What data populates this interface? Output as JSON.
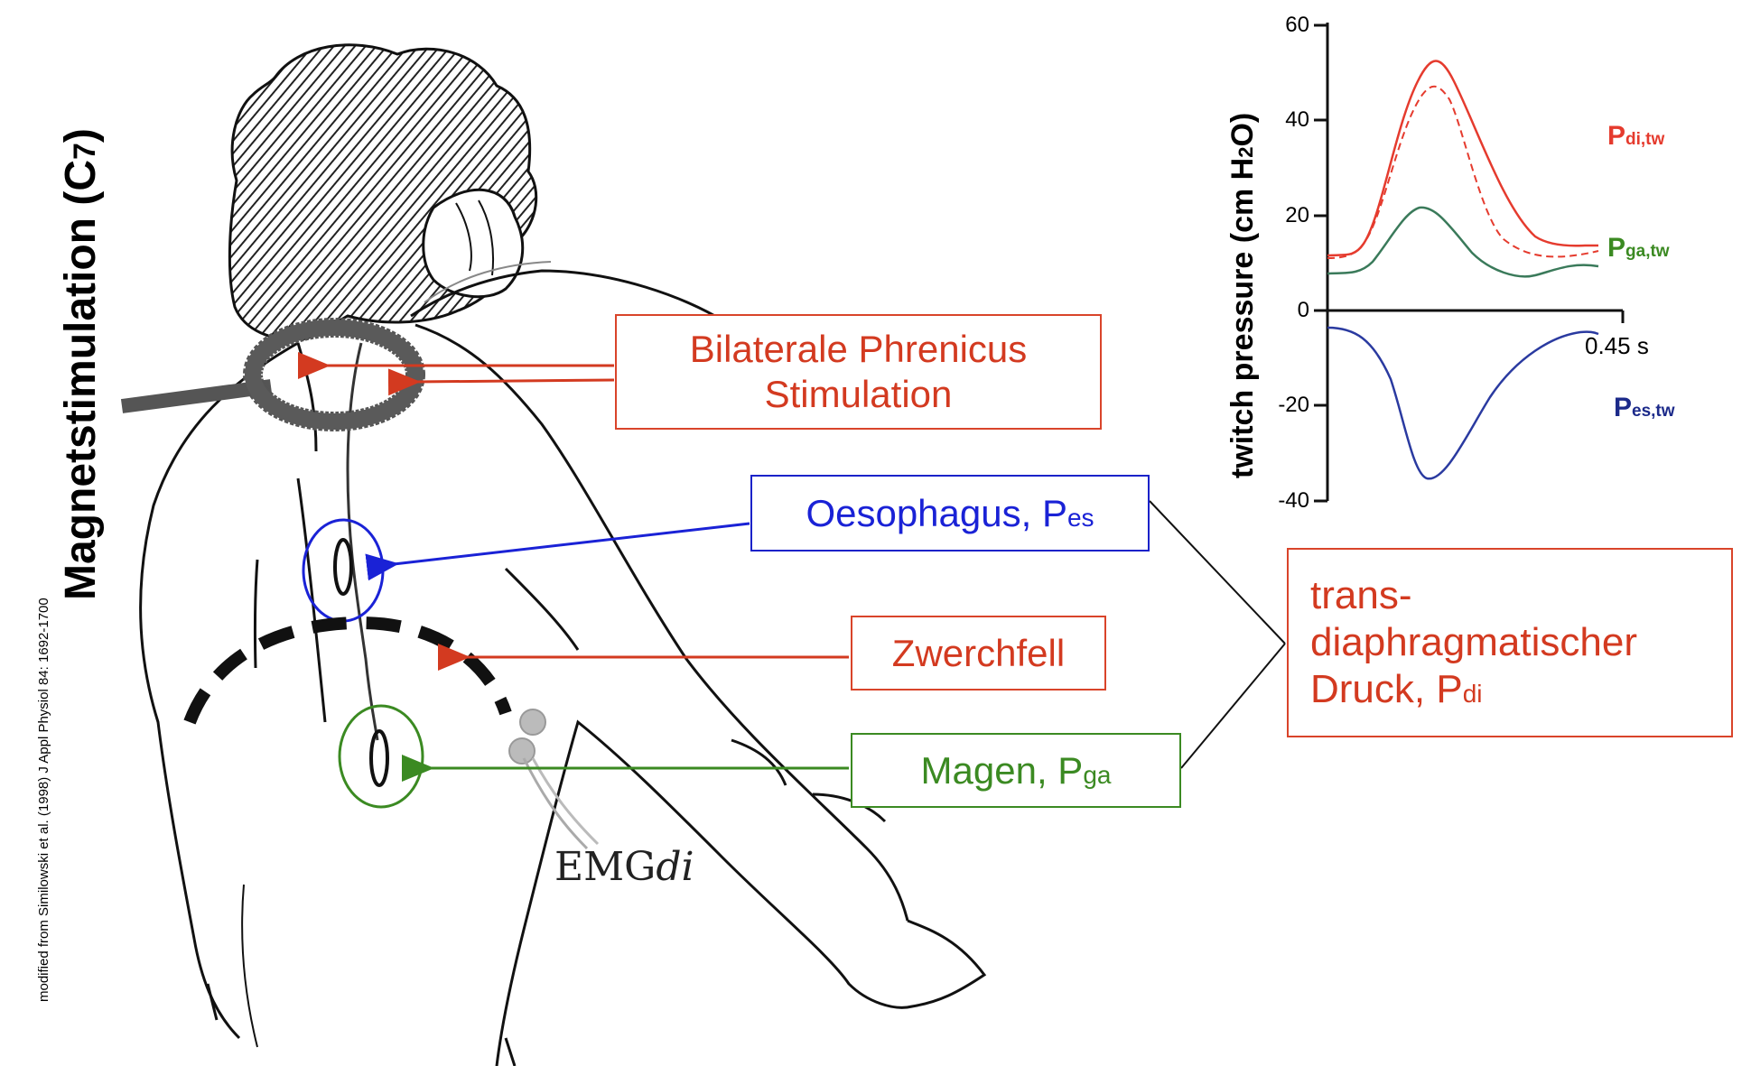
{
  "side_title": {
    "text": "Magnetstimulation (C",
    "sub": "7",
    "close": ")"
  },
  "citation": "modified from Similowski et al. (1998) J Appl Physiol 84: 1692-1700",
  "boxes": {
    "phrenicus": {
      "line1": "Bilaterale Phrenicus",
      "line2": "Stimulation"
    },
    "oesophagus": {
      "main": "Oesophagus, P",
      "sub": "es"
    },
    "zwerchfell": {
      "main": "Zwerchfell"
    },
    "magen": {
      "main": "Magen, P",
      "sub": "ga"
    },
    "transdia": {
      "line1": "trans-",
      "line2": "diaphragmatischer",
      "line3": "Druck, P",
      "sub": "di"
    }
  },
  "emg_label": {
    "main": "EMG",
    "italic": "di"
  },
  "plot": {
    "ylabel": {
      "main": "twitch pressure (cm H",
      "sub": "2",
      "end": "O)"
    },
    "ticks": [
      "60",
      "40",
      "20",
      "0",
      "-20",
      "-40"
    ],
    "time_label": "0.45 s",
    "labels": {
      "pdi": {
        "main": "P",
        "sub": "di,tw"
      },
      "pga": {
        "main": "P",
        "sub": "ga,tw"
      },
      "pes": {
        "main": "P",
        "sub": "es,tw"
      }
    }
  },
  "colors": {
    "red": "#d33a20",
    "blue": "#1a22d6",
    "green": "#3b8a22",
    "navy": "#1c2a8a",
    "coil": "#555555"
  }
}
